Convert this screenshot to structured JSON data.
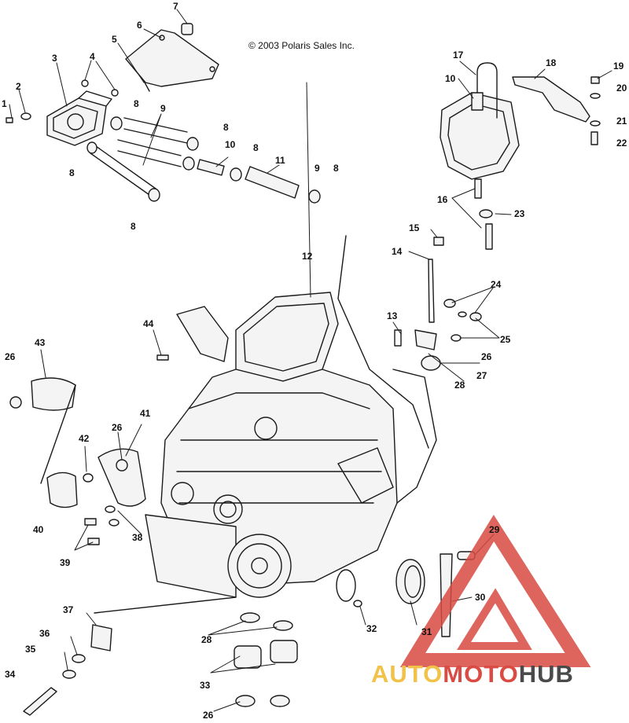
{
  "copyright": "© 2003 Polaris Sales Inc.",
  "watermark": {
    "part1": "AUTO",
    "part2": "MOTO",
    "part3": "HUB"
  },
  "colors": {
    "line": "#1a1a1a",
    "part_fill": "#f4f4f4",
    "wm_red": "#d94b43",
    "wm_yellow": "#f0c24a",
    "wm_gray": "#4a4a4a"
  },
  "callouts": [
    {
      "id": "c1",
      "text": "1"
    },
    {
      "id": "c2",
      "text": "2"
    },
    {
      "id": "c3",
      "text": "3"
    },
    {
      "id": "c4",
      "text": "4"
    },
    {
      "id": "c5",
      "text": "5"
    },
    {
      "id": "c6",
      "text": "6"
    },
    {
      "id": "c7",
      "text": "7"
    },
    {
      "id": "c8a",
      "text": "8"
    },
    {
      "id": "c8b",
      "text": "8"
    },
    {
      "id": "c8c",
      "text": "8"
    },
    {
      "id": "c8d",
      "text": "8"
    },
    {
      "id": "c8e",
      "text": "8"
    },
    {
      "id": "c8f",
      "text": "8"
    },
    {
      "id": "c9a",
      "text": "9"
    },
    {
      "id": "c9b",
      "text": "9"
    },
    {
      "id": "c10a",
      "text": "10"
    },
    {
      "id": "c10b",
      "text": "10"
    },
    {
      "id": "c11",
      "text": "11"
    },
    {
      "id": "c12",
      "text": "12"
    },
    {
      "id": "c13",
      "text": "13"
    },
    {
      "id": "c14",
      "text": "14"
    },
    {
      "id": "c15",
      "text": "15"
    },
    {
      "id": "c16",
      "text": "16"
    },
    {
      "id": "c17",
      "text": "17"
    },
    {
      "id": "c18",
      "text": "18"
    },
    {
      "id": "c19",
      "text": "19"
    },
    {
      "id": "c20",
      "text": "20"
    },
    {
      "id": "c21",
      "text": "21"
    },
    {
      "id": "c22",
      "text": "22"
    },
    {
      "id": "c23",
      "text": "23"
    },
    {
      "id": "c24",
      "text": "24"
    },
    {
      "id": "c25",
      "text": "25"
    },
    {
      "id": "c26a",
      "text": "26"
    },
    {
      "id": "c26b",
      "text": "26"
    },
    {
      "id": "c26c",
      "text": "26"
    },
    {
      "id": "c26d",
      "text": "26"
    },
    {
      "id": "c27",
      "text": "27"
    },
    {
      "id": "c28a",
      "text": "28"
    },
    {
      "id": "c28b",
      "text": "28"
    },
    {
      "id": "c29",
      "text": "29"
    },
    {
      "id": "c30",
      "text": "30"
    },
    {
      "id": "c31",
      "text": "31"
    },
    {
      "id": "c32",
      "text": "32"
    },
    {
      "id": "c33",
      "text": "33"
    },
    {
      "id": "c34",
      "text": "34"
    },
    {
      "id": "c35",
      "text": "35"
    },
    {
      "id": "c36",
      "text": "36"
    },
    {
      "id": "c37",
      "text": "37"
    },
    {
      "id": "c38",
      "text": "38"
    },
    {
      "id": "c39",
      "text": "39"
    },
    {
      "id": "c40",
      "text": "40"
    },
    {
      "id": "c41",
      "text": "41"
    },
    {
      "id": "c42",
      "text": "42"
    },
    {
      "id": "c43",
      "text": "43"
    },
    {
      "id": "c44",
      "text": "44"
    }
  ]
}
